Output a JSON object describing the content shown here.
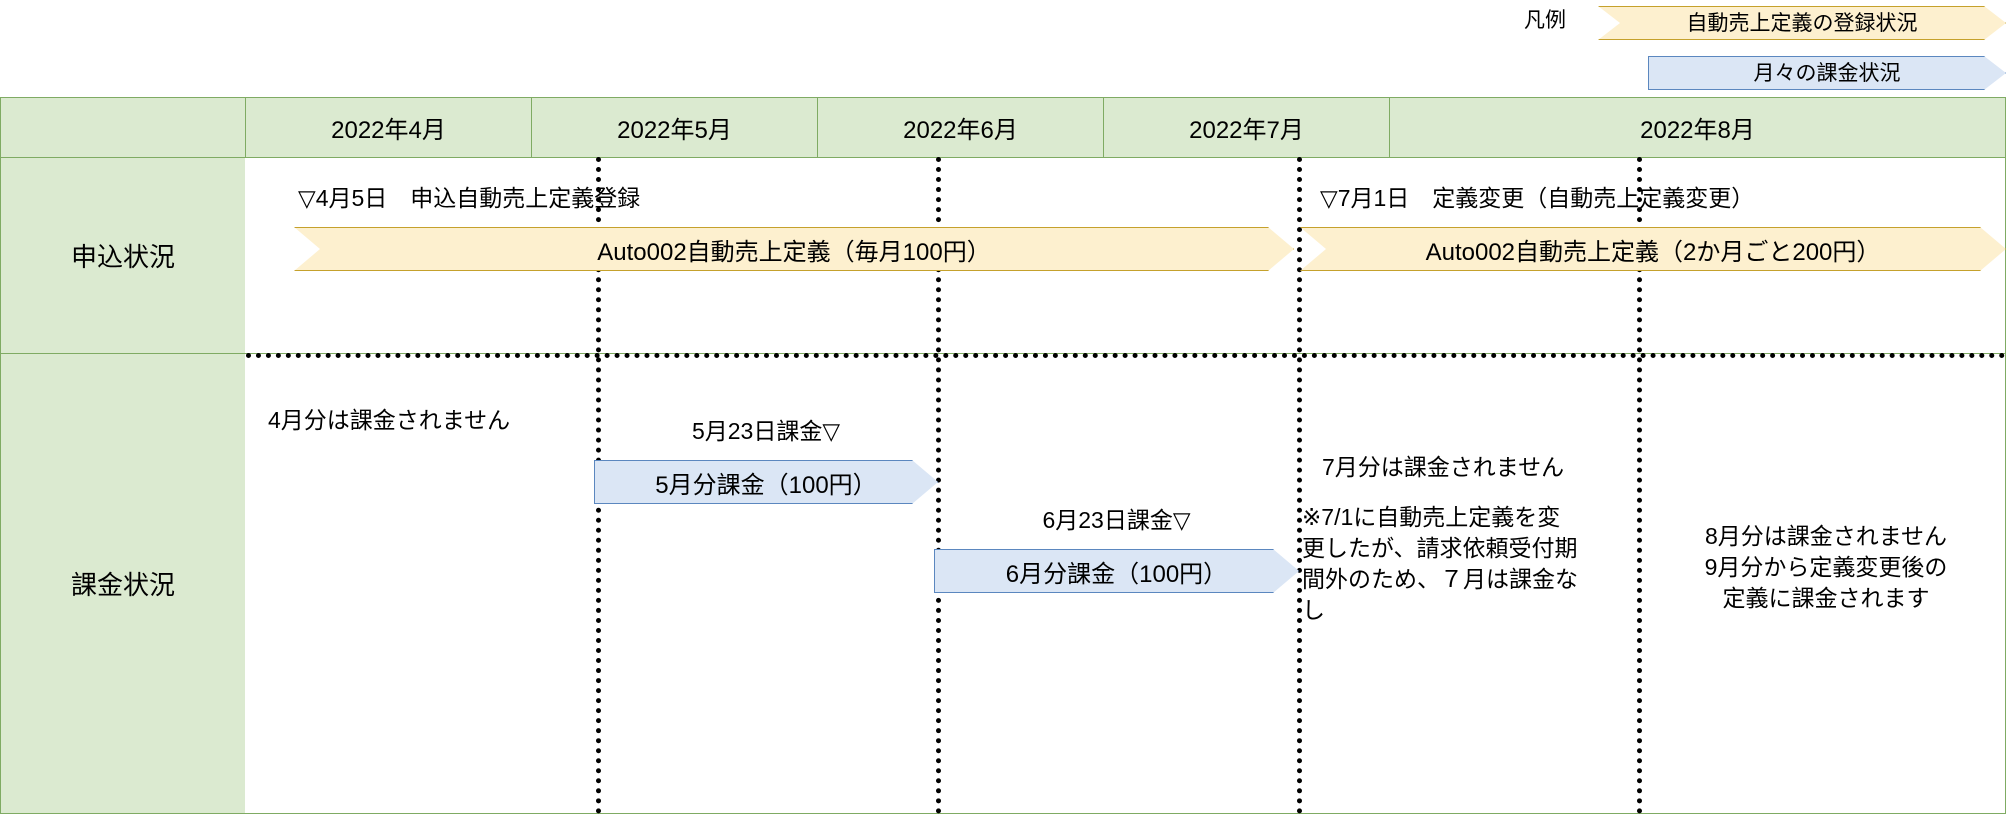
{
  "legend": {
    "label": "凡例",
    "items": [
      {
        "text": "自動売上定義の登録状況",
        "color": "#fdf0cf",
        "border": "#c5a12c"
      },
      {
        "text": "月々の課金状況",
        "color": "#dbe6f5",
        "border": "#5b87bf"
      }
    ]
  },
  "table": {
    "corner_label": "",
    "columns": [
      "2022年4月",
      "2022年5月",
      "2022年6月",
      "2022年7月",
      "2022年8月"
    ],
    "rows": [
      {
        "label": "申込状況"
      },
      {
        "label": "課金状況"
      }
    ]
  },
  "application_row": {
    "event_april": "▽4月5日　申込自動売上定義登録",
    "event_july": "▽7月1日　定義変更（自動売上定義変更）",
    "banner_first": "Auto002自動売上定義（毎月100円）",
    "banner_second": "Auto002自動売上定義（2か月ごと200円）"
  },
  "billing_row": {
    "note_april": "4月分は課金されません",
    "marker_may": "5月23日課金▽",
    "banner_may": "5月分課金（100円）",
    "marker_june": "6月23日課金▽",
    "banner_june": "6月分課金（100円）",
    "note_july": "7月分は課金されません",
    "note_july_detail": "※7/1に自動売上定義を変\n更したが、請求依頼受付期\n間外のため、７月は課金な\nし",
    "note_august": "8月分は課金されません\n9月分から定義変更後の\n定義に課金されます"
  },
  "colors": {
    "header_fill": "#dbead0",
    "header_border": "#7fab63",
    "yellow_fill": "#fdf0cf",
    "yellow_border": "#c5a12c",
    "blue_fill": "#dbe6f5",
    "blue_border": "#5b87bf",
    "dotted": "#000000"
  }
}
